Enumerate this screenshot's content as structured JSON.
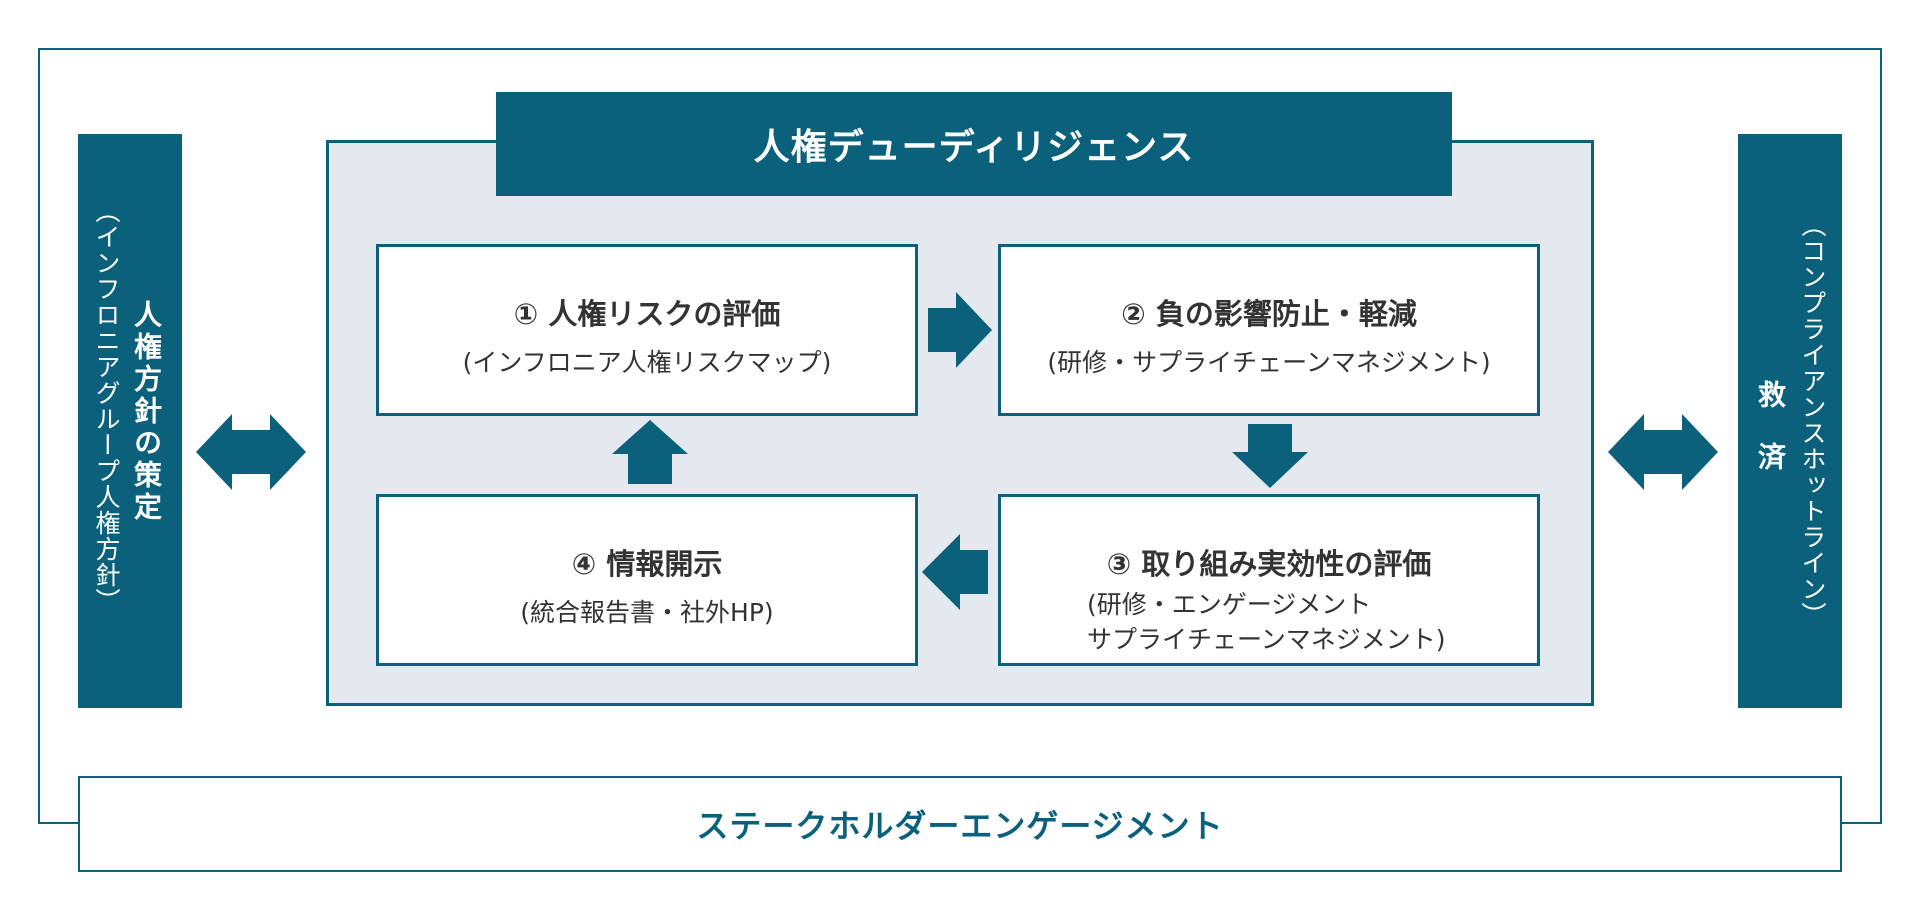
{
  "left_column": {
    "title": "人権方針の策定",
    "subtitle": "（インフロニアグループ人権方針）"
  },
  "right_column": {
    "title": "救 済",
    "subtitle": "（コンプライアンスホットライン）"
  },
  "center": {
    "header": "人権デューディリジェンス",
    "steps": [
      {
        "title": "① 人権リスクの評価",
        "subtitle": "(インフロニア人権リスクマップ)"
      },
      {
        "title": "② 負の影響防止・軽減",
        "subtitle": "(研修・サプライチェーンマネジメント)"
      },
      {
        "title": "③ 取り組み実効性の評価",
        "subtitle_line1": "(研修・エンゲージメント",
        "subtitle_line2": "サプライチェーンマネジメント)"
      },
      {
        "title": "④ 情報開示",
        "subtitle": "(統合報告書・社外HP)"
      }
    ]
  },
  "footer": {
    "label": "ステークホルダーエンゲージメント"
  },
  "colors": {
    "primary": "#0b617c",
    "panel": "#e4e8ef",
    "text": "#333333"
  }
}
